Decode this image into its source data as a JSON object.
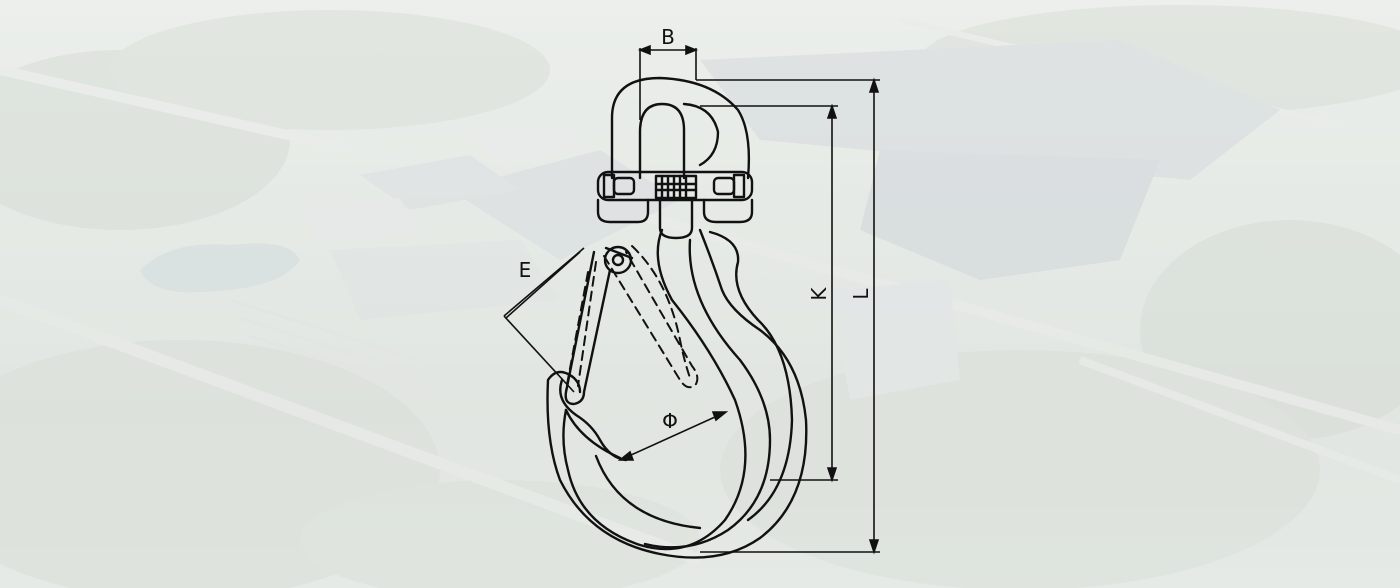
{
  "diagram": {
    "labels": {
      "b": "B",
      "e": "E",
      "k": "K",
      "l": "L",
      "phi": "Φ"
    },
    "colors": {
      "line": "#111111",
      "background": "#dfe5e0"
    }
  }
}
